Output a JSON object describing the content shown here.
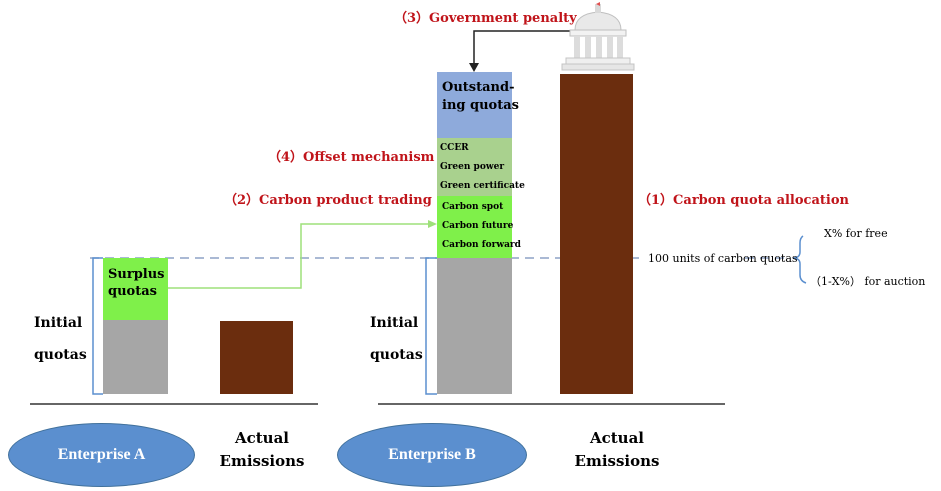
{
  "labels": {
    "penalty": "（3）Government penalty",
    "offset": "（4）Offset mechanism",
    "trading": "（2）Carbon product trading",
    "allocation": "（1）Carbon quota allocation",
    "hundred_units": "100 units of carbon quotas",
    "x_free": "X% for free",
    "x_auction": "（1-X%）  for auction"
  },
  "enterprise_a": {
    "name": "Enterprise A",
    "surplus_line1": "Surplus",
    "surplus_line2": "quotas",
    "initial_line1": "Initial",
    "initial_line2": "quotas",
    "actual_line1": "Actual",
    "actual_line2": "Emissions"
  },
  "enterprise_b": {
    "name": "Enterprise B",
    "outstanding_line1": "Outstand-",
    "outstanding_line2": "ing quotas",
    "offset_items": [
      "CCER",
      "Green power",
      "Green certificate"
    ],
    "trading_items": [
      "Carbon spot",
      "Carbon future",
      "Carbon forward"
    ],
    "initial_line1": "Initial",
    "initial_line2": "quotas",
    "actual_line1": "Actual",
    "actual_line2": "Emissions"
  },
  "colors": {
    "brown": "#6b2d0e",
    "gray": "#a6a6a6",
    "green": "#7ff04a",
    "olive_green": "#a9d18e",
    "blue": "#8eaadb",
    "ellipse": "#5b8fcf",
    "red": "#c0141a"
  }
}
